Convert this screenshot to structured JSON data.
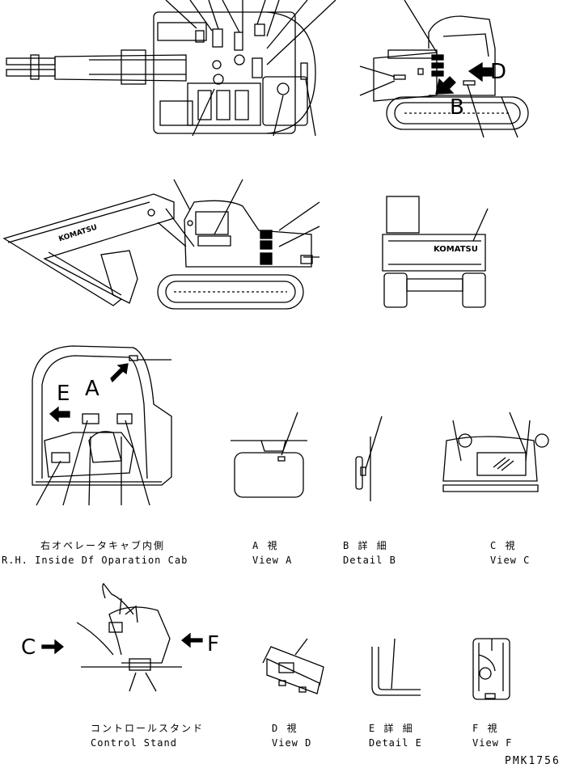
{
  "arrow_labels": {
    "top_d": "D",
    "top_b": "B",
    "cab_e": "E",
    "cab_a": "A",
    "stand_c": "C",
    "stand_f": "F"
  },
  "captions": {
    "cab_inside_jp": "右オペレータキャブ内側",
    "cab_inside_en": "R.H.  Inside Df Oparation Cab",
    "view_a_jp": "A  視",
    "view_a_en": "View A",
    "detail_b_jp": "B 詳 細",
    "detail_b_en": "Detail B",
    "view_c_jp": "C  視",
    "view_c_en": "View C",
    "control_stand_jp": "コントロールスタンド",
    "control_stand_en": "Control Stand",
    "view_d_jp": "D  視",
    "view_d_en": "View D",
    "detail_e_jp": "E 詳 細",
    "detail_e_en": "Detail E",
    "view_f_jp": "F  視",
    "view_f_en": "View F"
  },
  "brand_marks": [
    "KOMATSU",
    "KOMATSU"
  ],
  "drawing_code": "PMK1756"
}
